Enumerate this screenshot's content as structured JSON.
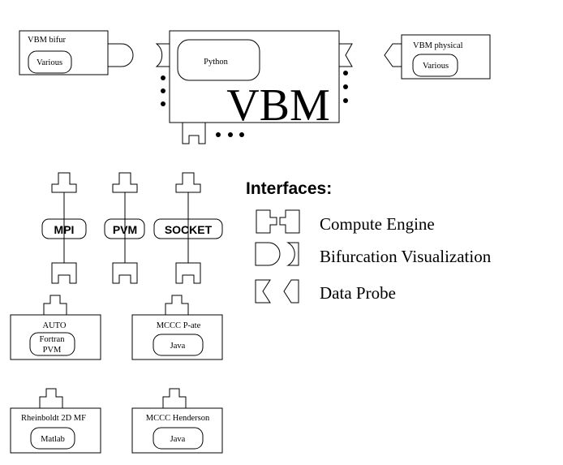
{
  "top": {
    "vbm_bifur": {
      "title": "VBM bifur",
      "inner": "Various"
    },
    "vbm_main": {
      "title": "VBM",
      "inner": "Python"
    },
    "vbm_physical": {
      "title": "VBM physical",
      "inner": "Various"
    }
  },
  "connectors": {
    "mpi": "MPI",
    "pvm": "PVM",
    "socket": "SOCKET"
  },
  "engines": {
    "auto": {
      "title": "AUTO",
      "line1": "Fortran",
      "line2": "PVM"
    },
    "mccc_pate": {
      "title": "MCCC P-ate",
      "inner": "Java"
    },
    "rheinboldt": {
      "title": "Rheinboldt 2D MF",
      "inner": "Matlab"
    },
    "mccc_henderson": {
      "title": "MCCC Henderson",
      "inner": "Java"
    }
  },
  "legend": {
    "title": "Interfaces:",
    "items": [
      {
        "label": "Compute Engine",
        "icon": "compute-engine-icon"
      },
      {
        "label": "Bifurcation Visualization",
        "icon": "bifurcation-visualization-icon"
      },
      {
        "label": "Data Probe",
        "icon": "data-probe-icon"
      }
    ]
  }
}
